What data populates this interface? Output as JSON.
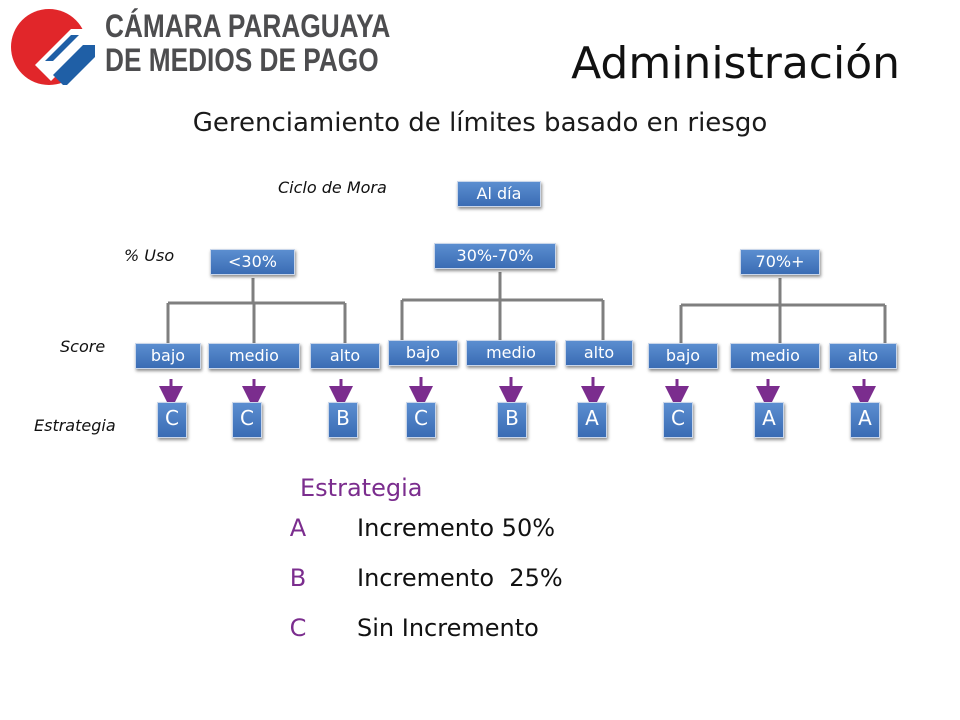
{
  "logo": {
    "line1": "CÁMARA PARAGUAYA",
    "line2": "DE MEDIOS DE PAGO"
  },
  "title": "Administración",
  "subtitle": "Gerenciamiento de límites basado en riesgo",
  "row_labels": {
    "ciclo": "Ciclo de Mora",
    "uso": "% Uso",
    "score": "Score",
    "estrategia": "Estrategia"
  },
  "root": "Al día",
  "uso_groups": [
    {
      "label": "<30%",
      "scores": [
        "bajo",
        "medio",
        "alto"
      ],
      "strategies": [
        "C",
        "C",
        "B"
      ]
    },
    {
      "label": "30%-70%",
      "scores": [
        "bajo",
        "medio",
        "alto"
      ],
      "strategies": [
        "C",
        "B",
        "A"
      ]
    },
    {
      "label": "70%+",
      "scores": [
        "bajo",
        "medio",
        "alto"
      ],
      "strategies": [
        "C",
        "A",
        "A"
      ]
    }
  ],
  "legend": {
    "title": "Estrategia",
    "items": [
      {
        "letter": "A",
        "text": "Incremento 50%"
      },
      {
        "letter": "B",
        "text": "Incremento  25%"
      },
      {
        "letter": "C",
        "text": "Sin Incremento"
      }
    ]
  },
  "colors": {
    "box": "#3a6cb4",
    "arrow": "#7b2d8e",
    "connector": "#7f7f7f",
    "logo_red": "#e1262a",
    "logo_blue": "#1f5fa6"
  }
}
